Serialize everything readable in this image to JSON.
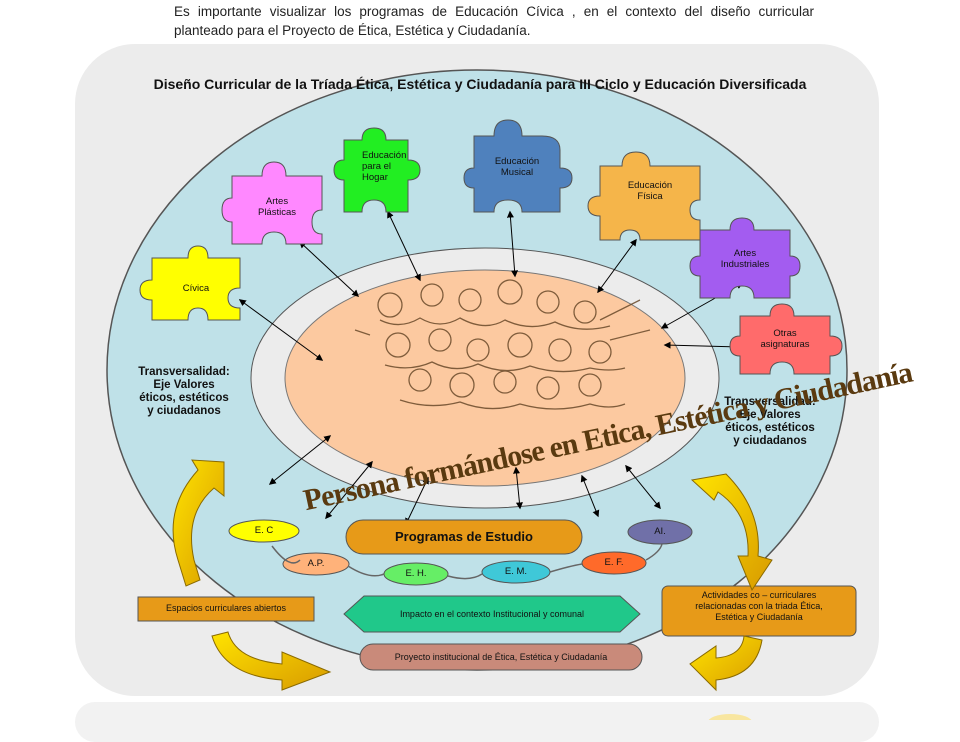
{
  "caption": "Es importante  visualizar los programas de  Educación Cívica , en  el contexto del diseño curricular planteado para el Proyecto de Ética, Estética y Ciudadanía.",
  "title": "Diseño Curricular de la Tríada  Ética, Estética y Ciudadanía para III Ciclo y Educación Diversificada",
  "center_text": "Persona formándose en Etica, Estética y Ciudadanía",
  "puzzles": [
    {
      "id": "civica",
      "text": "Cívica",
      "color": "#ffff00"
    },
    {
      "id": "artes-plasticas",
      "text": "Artes\nPlásticas",
      "color": "#ff88ff"
    },
    {
      "id": "educacion-hogar",
      "text": "Educación\npara el\nHogar",
      "color": "#22ee22"
    },
    {
      "id": "educacion-musical",
      "text": "Educación\nMusical",
      "color": "#4f81bd"
    },
    {
      "id": "educacion-fisica",
      "text": "Educación\nFísica",
      "color": "#f5b54a"
    },
    {
      "id": "artes-industriales",
      "text": "Artes\nIndustriales",
      "color": "#a35cf0"
    },
    {
      "id": "otras-asignaturas",
      "text": "Otras\nasignaturas",
      "color": "#ff6b6b"
    }
  ],
  "transversal_left": "Transversalidad:\nEje Valores\néticos, estéticos\ny  ciudadanos",
  "transversal_right": "Transversalidad:\nEje Valores\néticos, estéticos\ny  ciudadanos",
  "programas": "Programas de Estudio",
  "ovals": [
    {
      "id": "ec",
      "text": "E. C",
      "color": "#ffff00"
    },
    {
      "id": "ap",
      "text": "A.P.",
      "color": "#ffb27a"
    },
    {
      "id": "eh",
      "text": "E. H.",
      "color": "#66ee66"
    },
    {
      "id": "em",
      "text": "E. M.",
      "color": "#3fc8d8"
    },
    {
      "id": "ef",
      "text": "E. F.",
      "color": "#ff6a2a"
    },
    {
      "id": "ai",
      "text": "AI.",
      "color": "#7070a8"
    }
  ],
  "espacios": "Espacios curriculares abiertos",
  "impacto": "Impacto en el contexto Institucional y comunal",
  "actividades": "Actividades co – curriculares\nrelacionadas con la triada Ética,\nEstética y Ciudadanía",
  "proyecto": "Proyecto institucional de Ética, Estética y Ciudadanía"
}
